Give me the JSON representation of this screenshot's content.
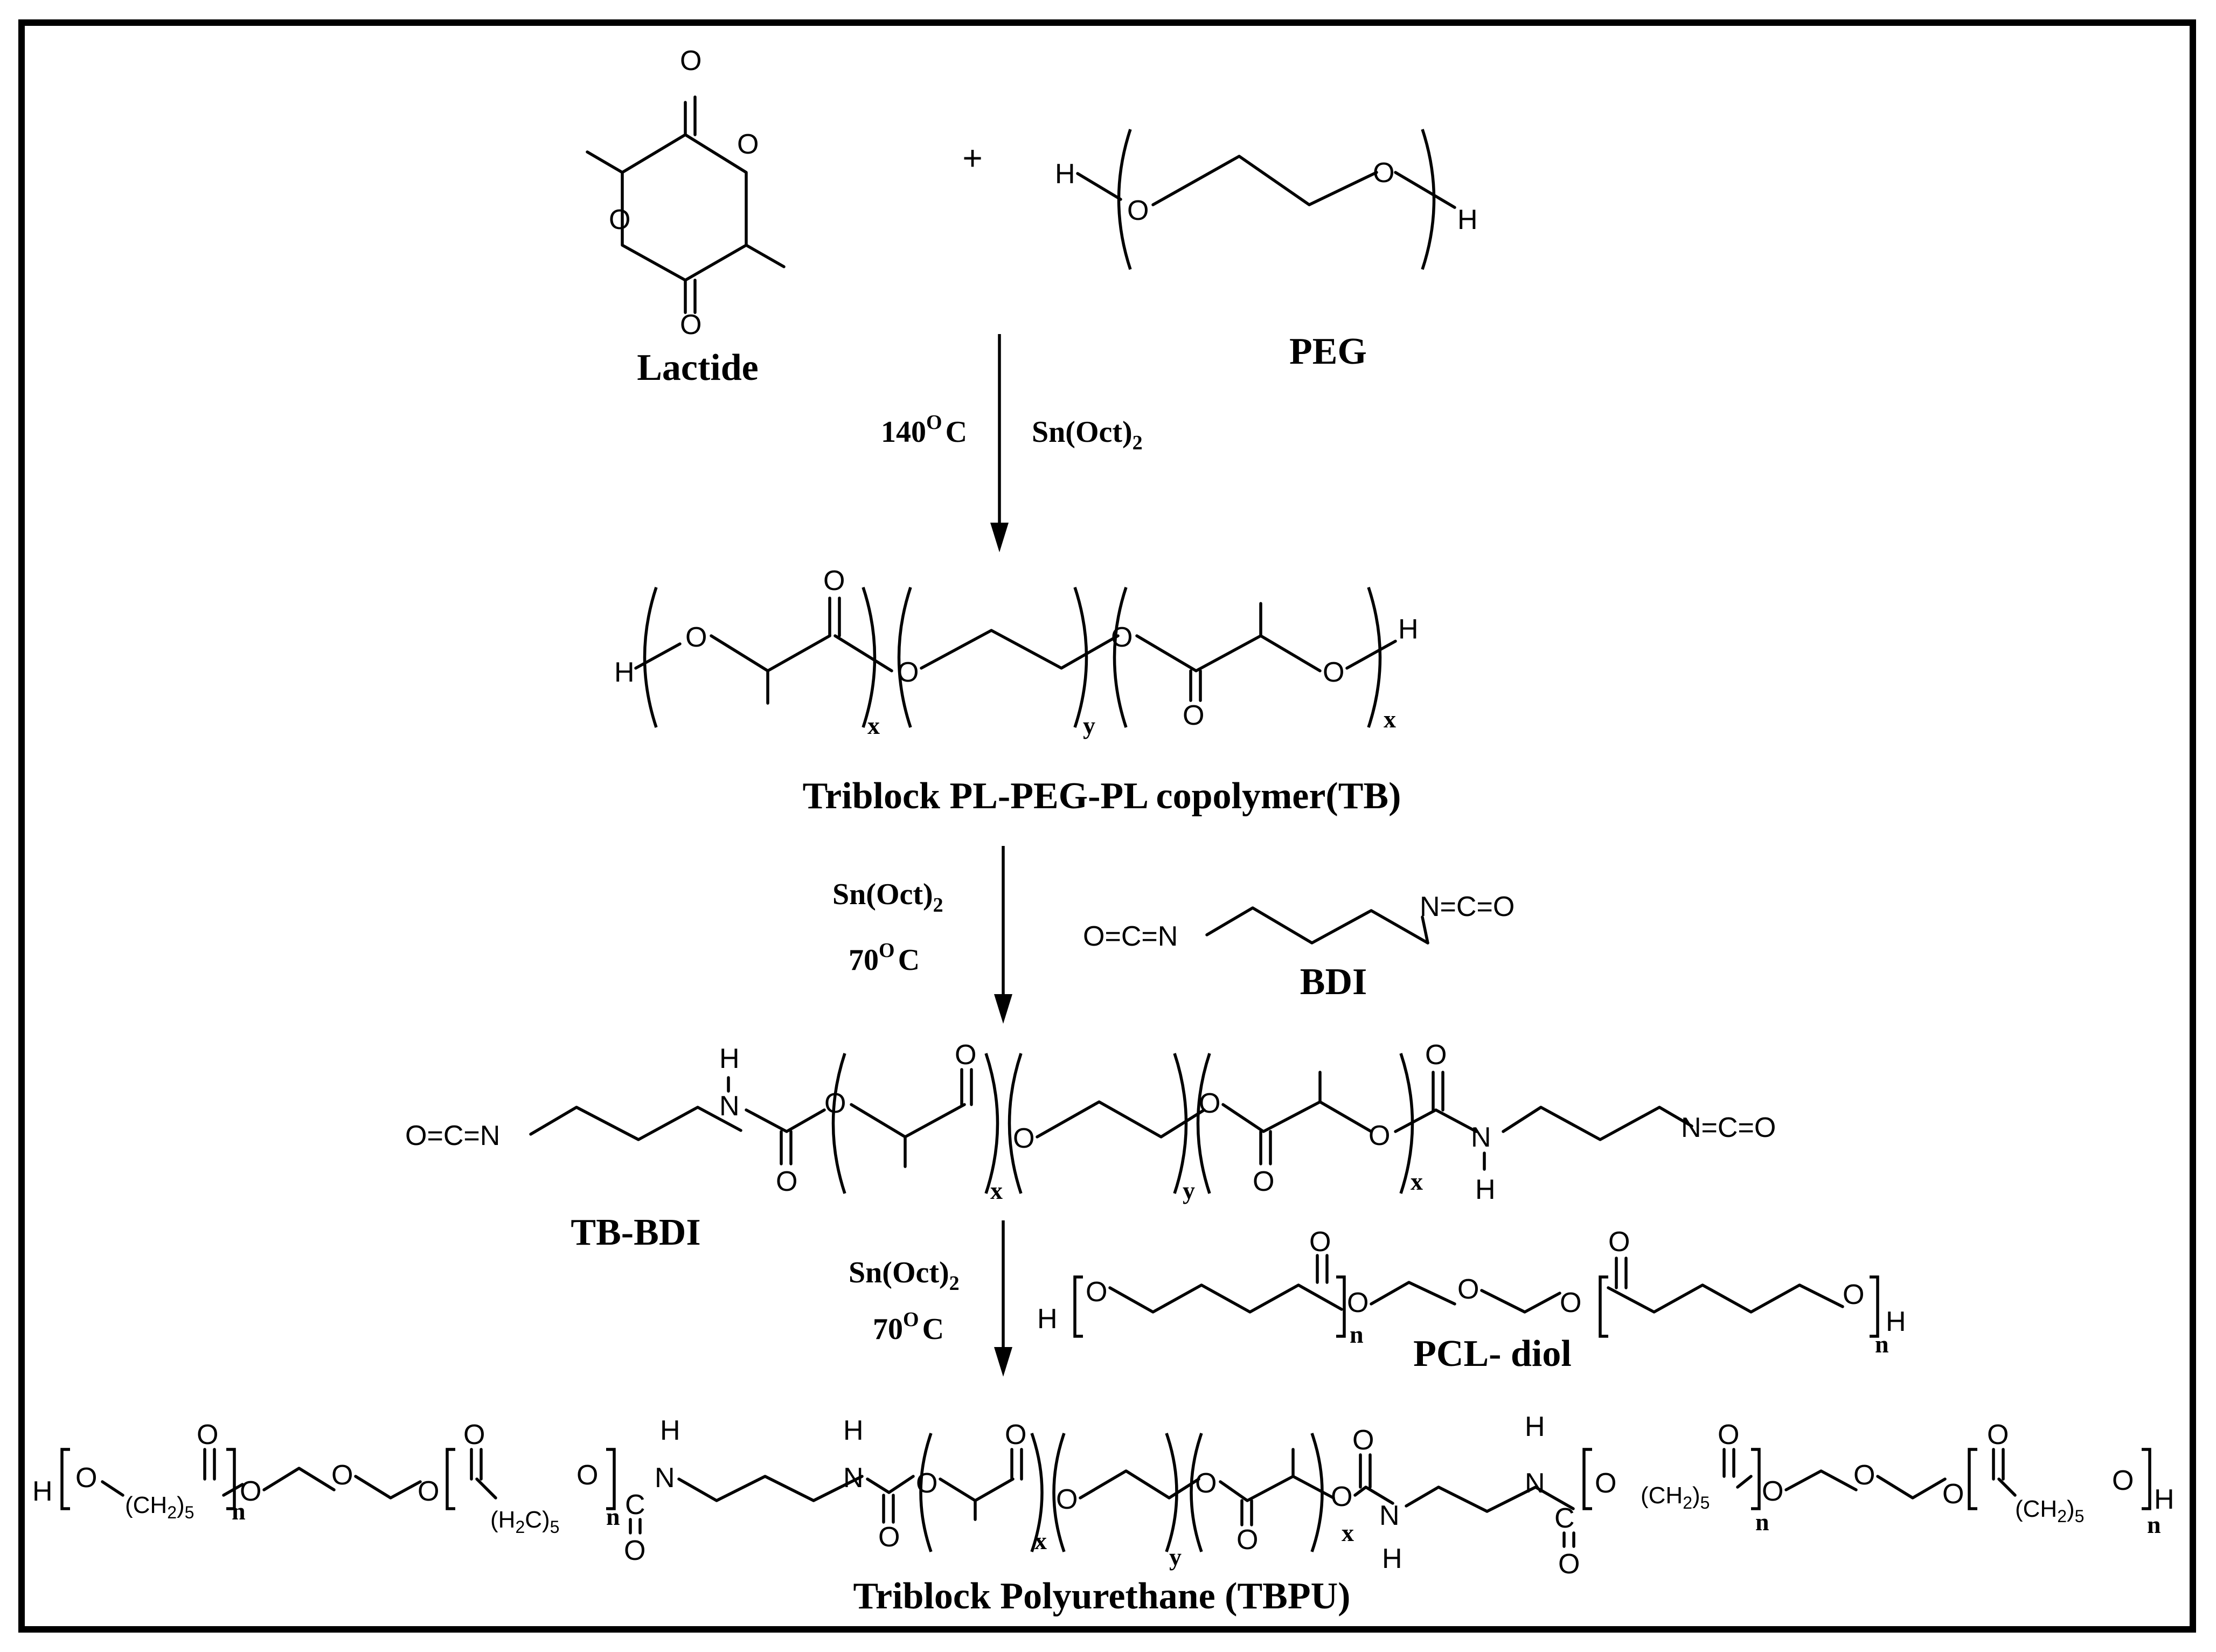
{
  "labels": {
    "lactide": "Lactide",
    "peg": "PEG",
    "tb": "Triblock PL-PEG-PL copolymer(TB)",
    "bdi": "BDI",
    "tb_bdi": "TB-BDI",
    "pcl_diol": "PCL- diol",
    "tbpu": "Triblock Polyurethane (TBPU)"
  },
  "conditions": {
    "step1_temp": "140",
    "step1_temp_unit_sup": "O",
    "step1_temp_unit": "C",
    "step1_catalyst": "Sn(Oct)",
    "step1_catalyst_sub": "2",
    "step2_catalyst": "Sn(Oct)",
    "step2_catalyst_sub": "2",
    "step2_temp": "70",
    "step2_temp_unit_sup": "O",
    "step2_temp_unit": "C",
    "step3_catalyst": "Sn(Oct)",
    "step3_catalyst_sub": "2",
    "step3_temp": "70",
    "step3_temp_unit_sup": "O",
    "step3_temp_unit": "C"
  },
  "symbols": {
    "plus": "+",
    "O": "O",
    "H": "H",
    "N": "N",
    "C": "C",
    "x": "x",
    "y": "y",
    "n": "n",
    "isocyanate": "O=C=N",
    "isocyanate_r": "N=C=O",
    "ch2_5": "(CH",
    "h2c_5": "(H",
    "ch2_5_tail": "2",
    "ch2_5_close": ")",
    "h2c_close": "C)",
    "five": "5"
  }
}
